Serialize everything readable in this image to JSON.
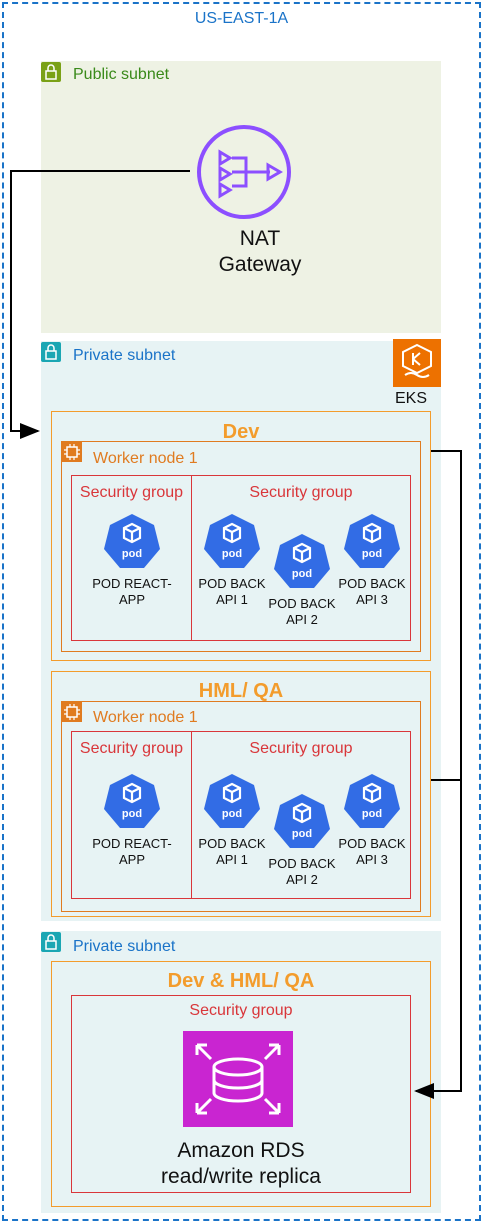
{
  "region": {
    "title": "US-EAST-1A"
  },
  "public_subnet": {
    "label": "Public subnet",
    "nat": {
      "line1": "NAT",
      "line2": "Gateway"
    }
  },
  "private_subnet_1": {
    "label": "Private subnet",
    "eks_label": "EKS"
  },
  "dev": {
    "title": "Dev",
    "worker": "Worker node 1",
    "sg_left": "Security group",
    "sg_right": "Security group",
    "pods": [
      {
        "line1": "POD REACT-",
        "line2": "APP"
      },
      {
        "line1": "POD BACK",
        "line2": "API 1"
      },
      {
        "line1": "POD BACK",
        "line2": "API 2"
      },
      {
        "line1": "POD BACK",
        "line2": "API 3"
      }
    ]
  },
  "qa": {
    "title": "HML/ QA",
    "worker": "Worker node 1",
    "sg_left": "Security group",
    "sg_right": "Security group",
    "pods": [
      {
        "line1": "POD REACT-",
        "line2": "APP"
      },
      {
        "line1": "POD BACK",
        "line2": "API 1"
      },
      {
        "line1": "POD BACK",
        "line2": "API 2"
      },
      {
        "line1": "POD BACK",
        "line2": "API 3"
      }
    ]
  },
  "private_subnet_2": {
    "label": "Private subnet",
    "env_title": "Dev & HML/ QA",
    "sg": "Security group",
    "rds": {
      "line1": "Amazon RDS",
      "line2": "read/write replica"
    }
  },
  "pod_icon_text": "pod",
  "colors": {
    "region": "#1a73c8",
    "public": "#3a8a1a",
    "env": "#f39c2c",
    "sg": "#d9363a",
    "pod": "#326ce5",
    "nat": "#8c4fff",
    "eks": "#ed7100",
    "rds": "#c925d1"
  }
}
